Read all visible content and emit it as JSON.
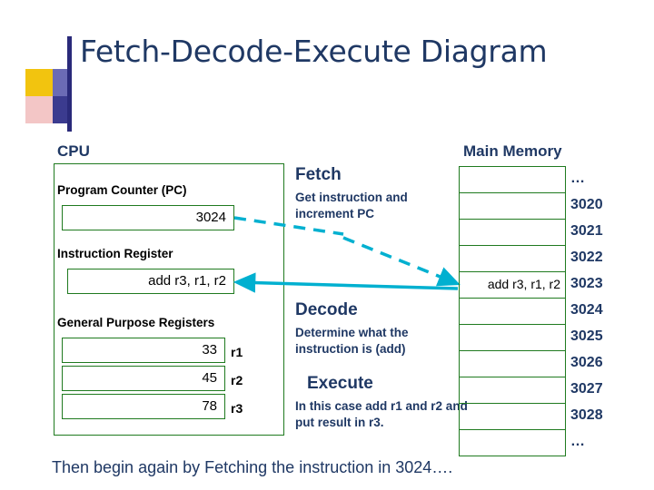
{
  "title": "Fetch-Decode-Execute Diagram",
  "cpu": {
    "label": "CPU",
    "program_counter": {
      "label": "Program Counter (PC)",
      "value": "3024"
    },
    "instruction_register": {
      "label": "Instruction Register",
      "value": "add r3, r1, r2"
    },
    "general_purpose_registers": {
      "label": "General Purpose Registers",
      "registers": [
        {
          "name": "r1",
          "value": "33"
        },
        {
          "name": "r2",
          "value": "45"
        },
        {
          "name": "r3",
          "value": "78"
        }
      ]
    }
  },
  "stages": [
    {
      "heading": "Fetch",
      "body": "Get instruction and increment PC"
    },
    {
      "heading": "Decode",
      "body": "Determine what the instruction is (add)"
    },
    {
      "heading": "Execute",
      "body": "In this case add r1 and r2 and put result in r3."
    }
  ],
  "main_memory": {
    "label": "Main Memory",
    "rows": [
      {
        "address": "…",
        "value": ""
      },
      {
        "address": "3020",
        "value": ""
      },
      {
        "address": "3021",
        "value": ""
      },
      {
        "address": "3022",
        "value": ""
      },
      {
        "address": "3023",
        "value": "add r3, r1, r2"
      },
      {
        "address": "3024",
        "value": ""
      },
      {
        "address": "3025",
        "value": ""
      },
      {
        "address": "3026",
        "value": ""
      },
      {
        "address": "3027",
        "value": ""
      },
      {
        "address": "3028",
        "value": ""
      },
      {
        "address": "…",
        "value": ""
      }
    ]
  },
  "footer": "Then begin again by Fetching the instruction in 3024….",
  "colors": {
    "title": "#1f3864",
    "box_border": "#1f7a1f",
    "arrow": "#00b0d0",
    "deco_yellow": "#f2c40f",
    "deco_navy": "#3b3b8f"
  }
}
